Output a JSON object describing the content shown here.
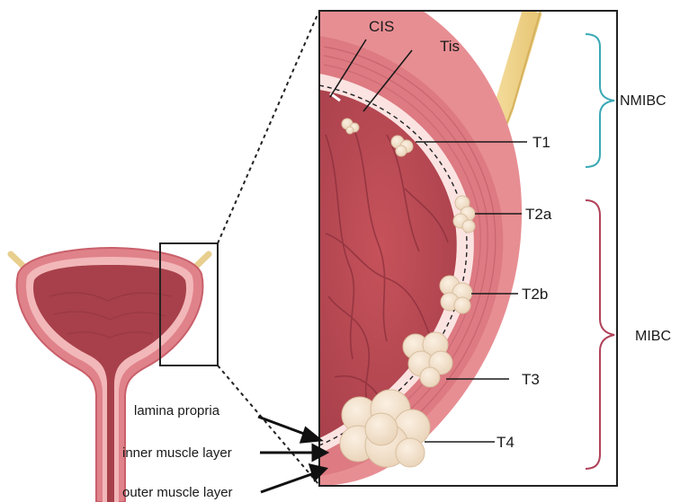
{
  "figure": {
    "stages": {
      "cis": "CIS",
      "tis": "Tis",
      "t1": "T1",
      "t2a": "T2a",
      "t2b": "T2b",
      "t3": "T3",
      "t4": "T4"
    },
    "groups": {
      "nmibc": {
        "label": "NMIBC",
        "color": "#3aa9b5"
      },
      "mibc": {
        "label": "MIBC",
        "color": "#b0425a"
      }
    },
    "layers": {
      "lamina_propria": "lamina propria",
      "inner_muscle": "inner muscle layer",
      "outer_muscle": "outer muscle layer"
    }
  }
}
